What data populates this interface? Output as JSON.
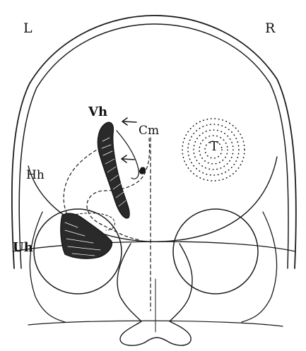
{
  "labels": {
    "left": "L",
    "right": "R",
    "vh": "Vh",
    "cm": "Cm",
    "hh": "Hh",
    "uh": "Uh",
    "t": "T"
  },
  "colors": {
    "ink": "#1a1a1a",
    "background": "#ffffff"
  }
}
